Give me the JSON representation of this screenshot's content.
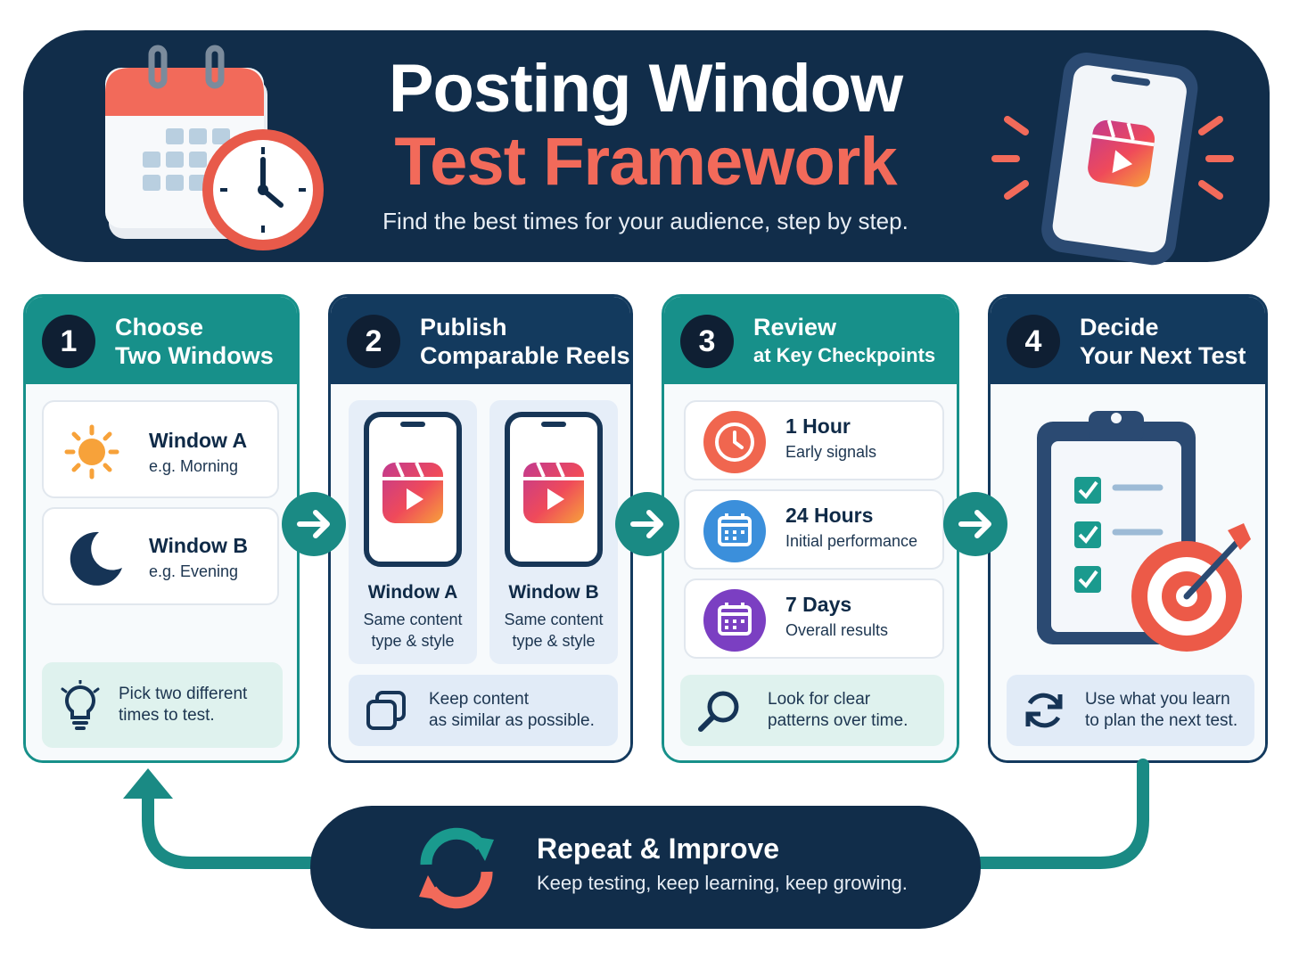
{
  "header": {
    "title_line1": "Posting Window",
    "title_line2": "Test Framework",
    "subtitle": "Find the best times for your audience, step by step."
  },
  "colors": {
    "navy": "#112d4a",
    "teal": "#17908a",
    "coral": "#f26a5a",
    "white": "#ffffff"
  },
  "steps": [
    {
      "number": "1",
      "title_line1": "Choose",
      "title_line2": "Two Windows",
      "items": [
        {
          "icon": "sun-icon",
          "title": "Window A",
          "sub": "e.g. Morning"
        },
        {
          "icon": "moon-icon",
          "title": "Window B",
          "sub": "e.g. Evening"
        }
      ],
      "tip": {
        "icon": "lightbulb-icon",
        "line1": "Pick two different",
        "line2": "times to test."
      }
    },
    {
      "number": "2",
      "title_line1": "Publish",
      "title_line2": "Comparable Reels",
      "items": [
        {
          "icon": "reels-phone-icon",
          "title": "Window A",
          "sub1": "Same content",
          "sub2": "type & style"
        },
        {
          "icon": "reels-phone-icon",
          "title": "Window B",
          "sub1": "Same content",
          "sub2": "type & style"
        }
      ],
      "tip": {
        "icon": "copy-icon",
        "line1": "Keep content",
        "line2": "as similar as possible."
      }
    },
    {
      "number": "3",
      "title_line1": "Review",
      "title_line2": "at Key Checkpoints",
      "items": [
        {
          "icon": "clock-icon",
          "title": "1 Hour",
          "sub": "Early signals"
        },
        {
          "icon": "calendar-icon",
          "title": "24 Hours",
          "sub": "Initial performance"
        },
        {
          "icon": "calendar-icon",
          "title": "7 Days",
          "sub": "Overall results"
        }
      ],
      "tip": {
        "icon": "magnifier-icon",
        "line1": "Look for clear",
        "line2": "patterns over time."
      }
    },
    {
      "number": "4",
      "title_line1": "Decide",
      "title_line2": "Your Next Test",
      "illustration": "clipboard-target-icon",
      "tip": {
        "icon": "refresh-icon",
        "line1": "Use what you learn",
        "line2": "to plan the next test."
      }
    }
  ],
  "repeat": {
    "icon": "cycle-arrows-icon",
    "title": "Repeat & Improve",
    "subtitle": "Keep testing, keep learning, keep growing."
  }
}
